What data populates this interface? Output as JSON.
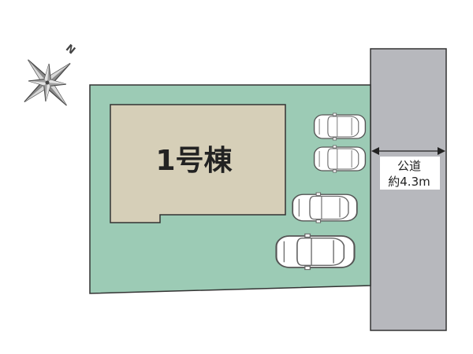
{
  "compass": {
    "north_label": "N"
  },
  "building": {
    "label": "1号棟"
  },
  "road": {
    "line1": "公道",
    "line2": "約4.3m"
  },
  "colors": {
    "lot": "#9ccbb5",
    "building": "#d6cfb8",
    "road": "#b7b8bd",
    "outline": "#333333"
  },
  "parking": {
    "count": 4
  }
}
